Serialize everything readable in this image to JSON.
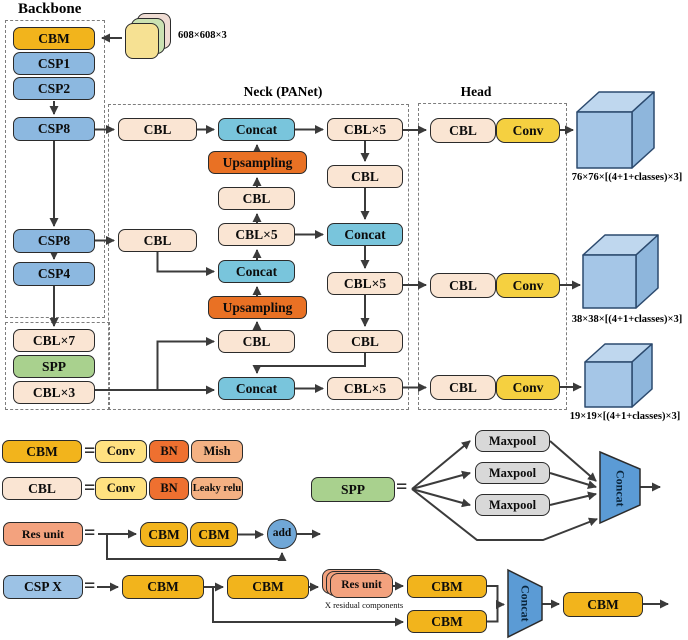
{
  "titles": {
    "backbone": "Backbone",
    "neck": "Neck (PANet)",
    "head": "Head"
  },
  "input_label": "608×608×3",
  "backbone": [
    "CBM",
    "CSP1",
    "CSP2",
    "CSP8",
    "CSP8",
    "CSP4",
    "CBL×7",
    "SPP",
    "CBL×3"
  ],
  "neck": {
    "entry_cbl_1": "CBL",
    "entry_cbl_2": "CBL",
    "colA": [
      "Concat",
      "Upsampling",
      "CBL",
      "CBL×5",
      "Concat",
      "Upsampling",
      "CBL",
      "Concat"
    ],
    "colB": [
      "CBL×5",
      "CBL",
      "Concat",
      "CBL×5",
      "CBL",
      "CBL×5"
    ]
  },
  "head_rows": [
    {
      "cbl": "CBL",
      "conv": "Conv"
    },
    {
      "cbl": "CBL",
      "conv": "Conv"
    },
    {
      "cbl": "CBL",
      "conv": "Conv"
    }
  ],
  "outputs": [
    "76×76×[(4+1+classes)×3]",
    "38×38×[(4+1+classes)×3]",
    "19×19×[(4+1+classes)×3]"
  ],
  "legend": {
    "eq": "=",
    "cbm": {
      "key": "CBM",
      "items": [
        "Conv",
        "BN",
        "Mish"
      ]
    },
    "cbl": {
      "key": "CBL",
      "items": [
        "Conv",
        "BN",
        "Leaky relu"
      ]
    },
    "spp": {
      "key": "SPP",
      "maxpool": "Maxpool",
      "concat": "Concat"
    },
    "res": {
      "key": "Res unit",
      "cbm": "CBM",
      "add": "add"
    },
    "cspx": {
      "key": "CSP X",
      "cbm": "CBM",
      "res": "Res unit",
      "note": "X residual components",
      "concat": "Concat"
    }
  },
  "colors": {
    "cbm_gold": "#F2B41C",
    "csp_blue": "#8CB8E0",
    "cbl_peach": "#FAE5D3",
    "concat_cyan": "#79C5DC",
    "upsampling_orange": "#E97124",
    "conv_yellow": "#F5D040",
    "legend_conv_yellow": "#FFE180",
    "bn_orange": "#EE7030",
    "mish_salmon": "#F4B183",
    "spp_green": "#A9D18E",
    "maxpool_gray": "#D8D8D8",
    "res_salmon": "#F3A27E",
    "add_blue": "#70A7D7",
    "trapezoid_blue": "#5B9BD5",
    "cube_front": "#A5C6E7",
    "cube_top": "#BFD7EE",
    "cube_side": "#8EB6DC"
  }
}
